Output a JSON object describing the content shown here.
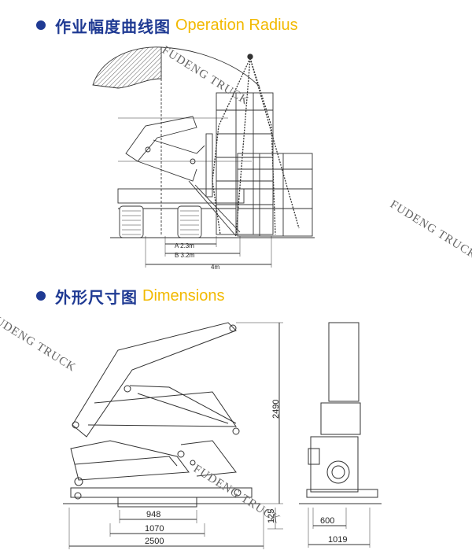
{
  "section1": {
    "title_zh": "作业幅度曲线图",
    "title_en": "Operation Radius"
  },
  "section2": {
    "title_zh": "外形尺寸图",
    "title_en": "Dimensions"
  },
  "radius_labels": {
    "a": "A 2.3m",
    "b": "B 3.2m",
    "c": "4m"
  },
  "dimensions": {
    "d948": "948",
    "d1070": "1070",
    "d2500": "2500",
    "d2490": "2490",
    "d125": "125",
    "d600": "600",
    "d1019": "1019"
  },
  "watermark": "FUDENG TRUCK",
  "colors": {
    "accent_blue": "#1f3a93",
    "accent_yellow": "#f2b900"
  }
}
